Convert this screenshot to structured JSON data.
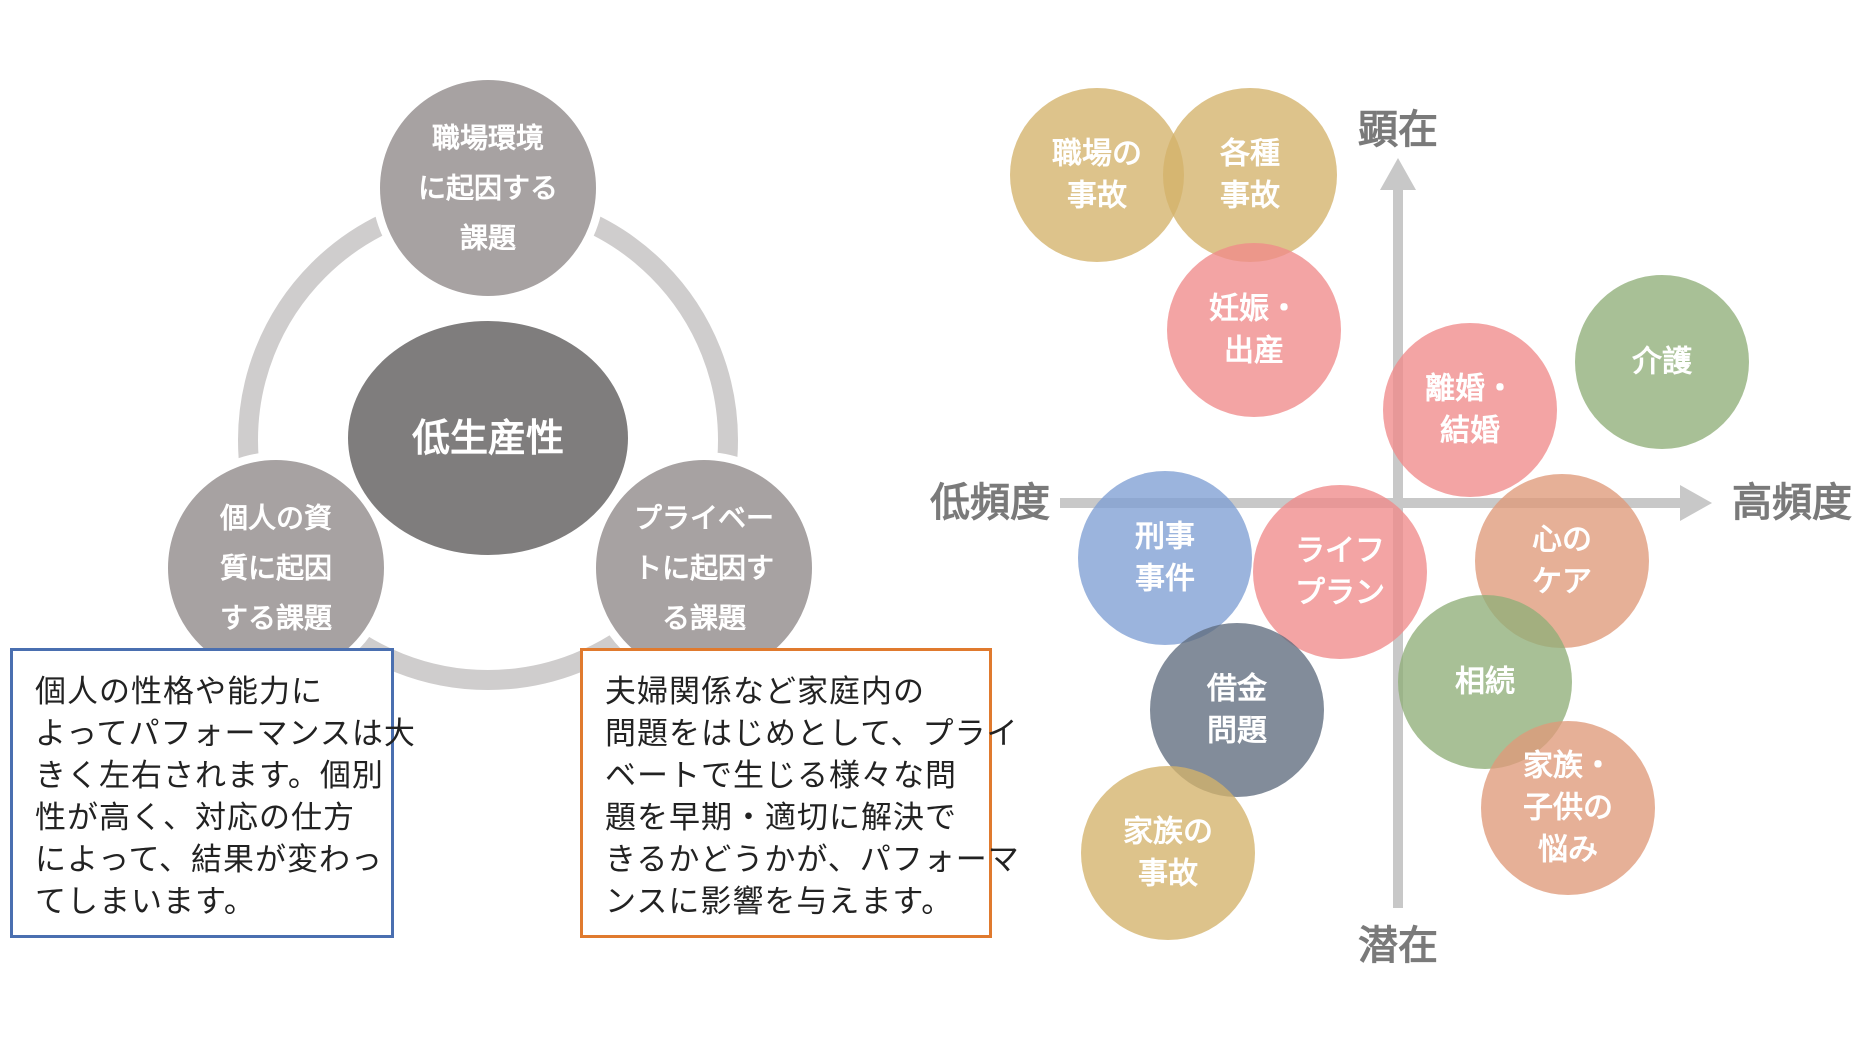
{
  "cycle_diagram": {
    "center": {
      "label": "低生産性",
      "color": "#7f7d7d"
    },
    "nodes": [
      {
        "id": "workplace",
        "lines": [
          "職場環境",
          "に起因する",
          "課題"
        ],
        "color": "#a7a2a2"
      },
      {
        "id": "personal",
        "lines": [
          "個人の資",
          "質に起因",
          "する課題"
        ],
        "color": "#a7a2a2"
      },
      {
        "id": "private",
        "lines": [
          "プライベー",
          "トに起因す",
          "る課題"
        ],
        "color": "#a7a2a2"
      }
    ],
    "ring_color": "#cfcdcd"
  },
  "notes": {
    "left": {
      "lines": [
        "個人の性格や能力に",
        "よってパフォーマンスは大",
        "きく左右されます。個別",
        "性が高く、対応の仕方",
        "によって、結果が変わっ",
        "てしまいます。"
      ],
      "border_color": "#4a6fb0"
    },
    "right": {
      "lines": [
        "夫婦関係など家庭内の",
        "問題をはじめとして、プライ",
        "ベートで生じる様々な問",
        "題を早期・適切に解決で",
        "きるかどうかが、パフォーマ",
        "ンスに影響を与えます。"
      ],
      "border_color": "#e07a2e"
    }
  },
  "matrix": {
    "axes": {
      "top": "顕在",
      "bottom": "潜在",
      "left": "低頻度",
      "right": "高頻度",
      "color": "#c8c8c8",
      "label_color": "#7a7a7a"
    },
    "bubbles": [
      {
        "id": "workplace-accident",
        "lines": [
          "職場の",
          "事故"
        ],
        "color": "#d4b26a"
      },
      {
        "id": "various-accidents",
        "lines": [
          "各種",
          "事故"
        ],
        "color": "#d4b26a"
      },
      {
        "id": "pregnancy",
        "lines": [
          "妊娠・",
          "出産"
        ],
        "color": "#f08a8a"
      },
      {
        "id": "care",
        "lines": [
          "介護"
        ],
        "color": "#8fae78"
      },
      {
        "id": "divorce",
        "lines": [
          "離婚・",
          "結婚"
        ],
        "color": "#f08a8a"
      },
      {
        "id": "criminal-case",
        "lines": [
          "刑事",
          "事件"
        ],
        "color": "#7f9fd4"
      },
      {
        "id": "life-plan",
        "lines": [
          "ライフ",
          "プラン"
        ],
        "color": "#f08a8a"
      },
      {
        "id": "mental-care",
        "lines": [
          "心の",
          "ケア"
        ],
        "color": "#df9a7a"
      },
      {
        "id": "inheritance",
        "lines": [
          "相続"
        ],
        "color": "#8fae78"
      },
      {
        "id": "debt",
        "lines": [
          "借金",
          "問題"
        ],
        "color": "#5f6b7e"
      },
      {
        "id": "family-worries",
        "lines": [
          "家族・",
          "子供の",
          "悩み"
        ],
        "color": "#df9a7a"
      },
      {
        "id": "family-accident",
        "lines": [
          "家族の",
          "事故"
        ],
        "color": "#d4b26a"
      }
    ]
  }
}
